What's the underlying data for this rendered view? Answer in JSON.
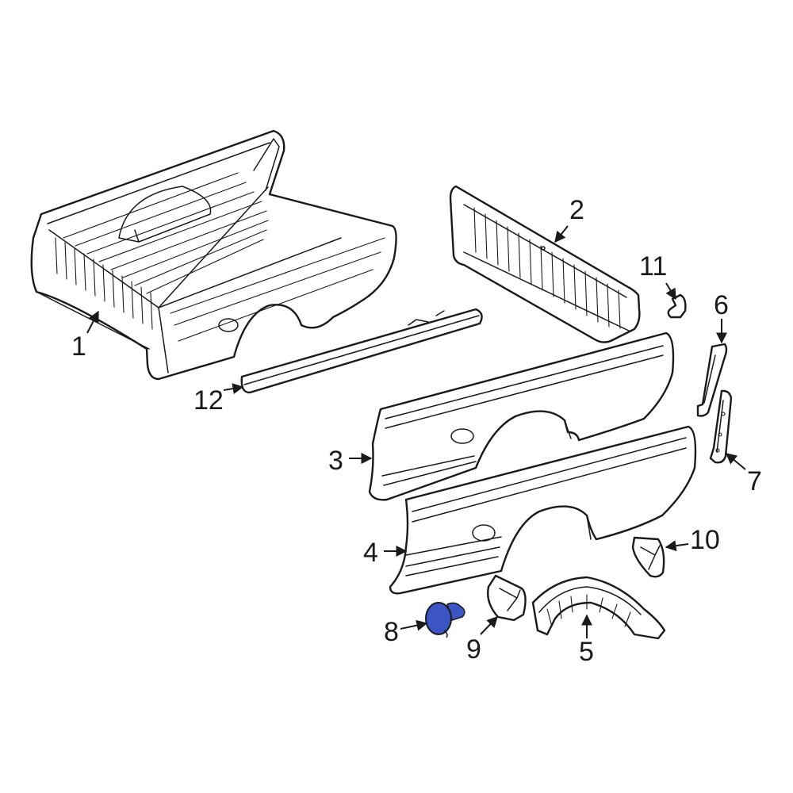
{
  "callouts": [
    {
      "id": "c1",
      "text": "1"
    },
    {
      "id": "c2",
      "text": "2"
    },
    {
      "id": "c3",
      "text": "3"
    },
    {
      "id": "c4",
      "text": "4"
    },
    {
      "id": "c5",
      "text": "5"
    },
    {
      "id": "c6",
      "text": "6"
    },
    {
      "id": "c7",
      "text": "7"
    },
    {
      "id": "c8",
      "text": "8"
    },
    {
      "id": "c9",
      "text": "9"
    },
    {
      "id": "c10",
      "text": "10"
    },
    {
      "id": "c11",
      "text": "11"
    },
    {
      "id": "c12",
      "text": "12"
    }
  ],
  "colors": {
    "highlight_part": "#3b55c4",
    "line": "#1a1a1a",
    "background": "#ffffff"
  }
}
